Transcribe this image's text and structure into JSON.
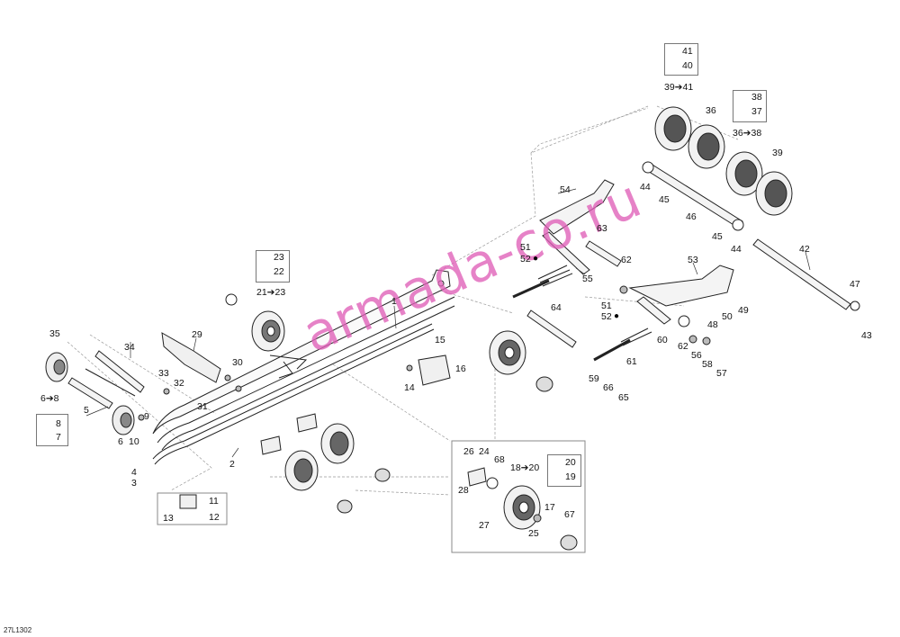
{
  "diagram_code": "27L1302",
  "watermark": "armada-co.ru",
  "callouts": {
    "c1": "1",
    "c2": "2",
    "c3": "3",
    "c4": "4",
    "c5": "5",
    "c6": "6",
    "c6_8": "6➔8",
    "c7": "7",
    "c8": "8",
    "c9": "9",
    "c10": "10",
    "c11": "11",
    "c12": "12",
    "c13": "13",
    "c14": "14",
    "c15": "15",
    "c16": "16",
    "c17": "17",
    "c18_20": "18➔20",
    "c19": "19",
    "c20": "20",
    "c21_23": "21➔23",
    "c22": "22",
    "c23": "23",
    "c24": "24",
    "c25": "25",
    "c26": "26",
    "c27": "27",
    "c28": "28",
    "c29": "29",
    "c30": "30",
    "c31": "31",
    "c32": "32",
    "c33": "33",
    "c34": "34",
    "c35": "35",
    "c36": "36",
    "c36_38": "36➔38",
    "c37": "37",
    "c38": "38",
    "c39": "39",
    "c39_41": "39➔41",
    "c40": "40",
    "c41": "41",
    "c42": "42",
    "c43": "43",
    "c44a": "44",
    "c44b": "44",
    "c45a": "45",
    "c45b": "45",
    "c46": "46",
    "c47": "47",
    "c48": "48",
    "c49": "49",
    "c50": "50",
    "c51a": "51",
    "c52a": "52",
    "c51b": "51",
    "c52b": "52",
    "c53": "53",
    "c54": "54",
    "c55": "55",
    "c56": "56",
    "c57": "57",
    "c58": "58",
    "c59": "59",
    "c60": "60",
    "c61": "61",
    "c62a": "62",
    "c62b": "62",
    "c63": "63",
    "c64": "64",
    "c65": "65",
    "c66": "66",
    "c67": "67",
    "c68": "68"
  }
}
